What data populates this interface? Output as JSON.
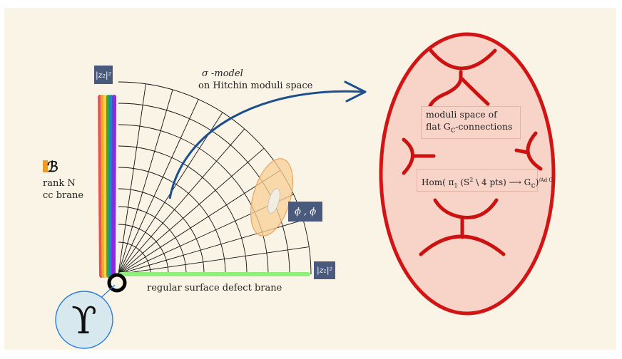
{
  "sigma_model": {
    "line1": "σ -model",
    "line2": "on Hitchin moduli space"
  },
  "brane": {
    "symbol": "ℬ",
    "line1": "rank N",
    "line2": "cc brane"
  },
  "axis_z2": {
    "label": "|z₂|²"
  },
  "axis_z1": {
    "label": "|z₁|²"
  },
  "phi_label": "ϕ , ϕ",
  "defect_label": "regular surface defect brane",
  "upsilon": "ϒ",
  "moduli_box": {
    "line1": "moduli space of",
    "line2_prefix": "flat G",
    "line2_sub": "ℂ",
    "line2_suffix": "-connections"
  },
  "hom_box": {
    "prefix": "Hom(  π",
    "pi_sub": "1",
    "mid": " (S",
    "s_sup": "2",
    "rest": " \\ 4 pts) ⟶ G",
    "g_sub": "ℂ",
    "paren": ")",
    "sup": "/Ad G"
  },
  "colors": {
    "rainbow": [
      "#e8554e",
      "#f1a532",
      "#f2d440",
      "#3aa34a",
      "#1d86c8",
      "#8a2be2"
    ],
    "defect_line": "#8ef07a",
    "arrow": "#1b4f8f",
    "moduli_fill": "#f7d4c7",
    "moduli_stroke": "#d21414",
    "navy_box": "#4a5a7d"
  }
}
